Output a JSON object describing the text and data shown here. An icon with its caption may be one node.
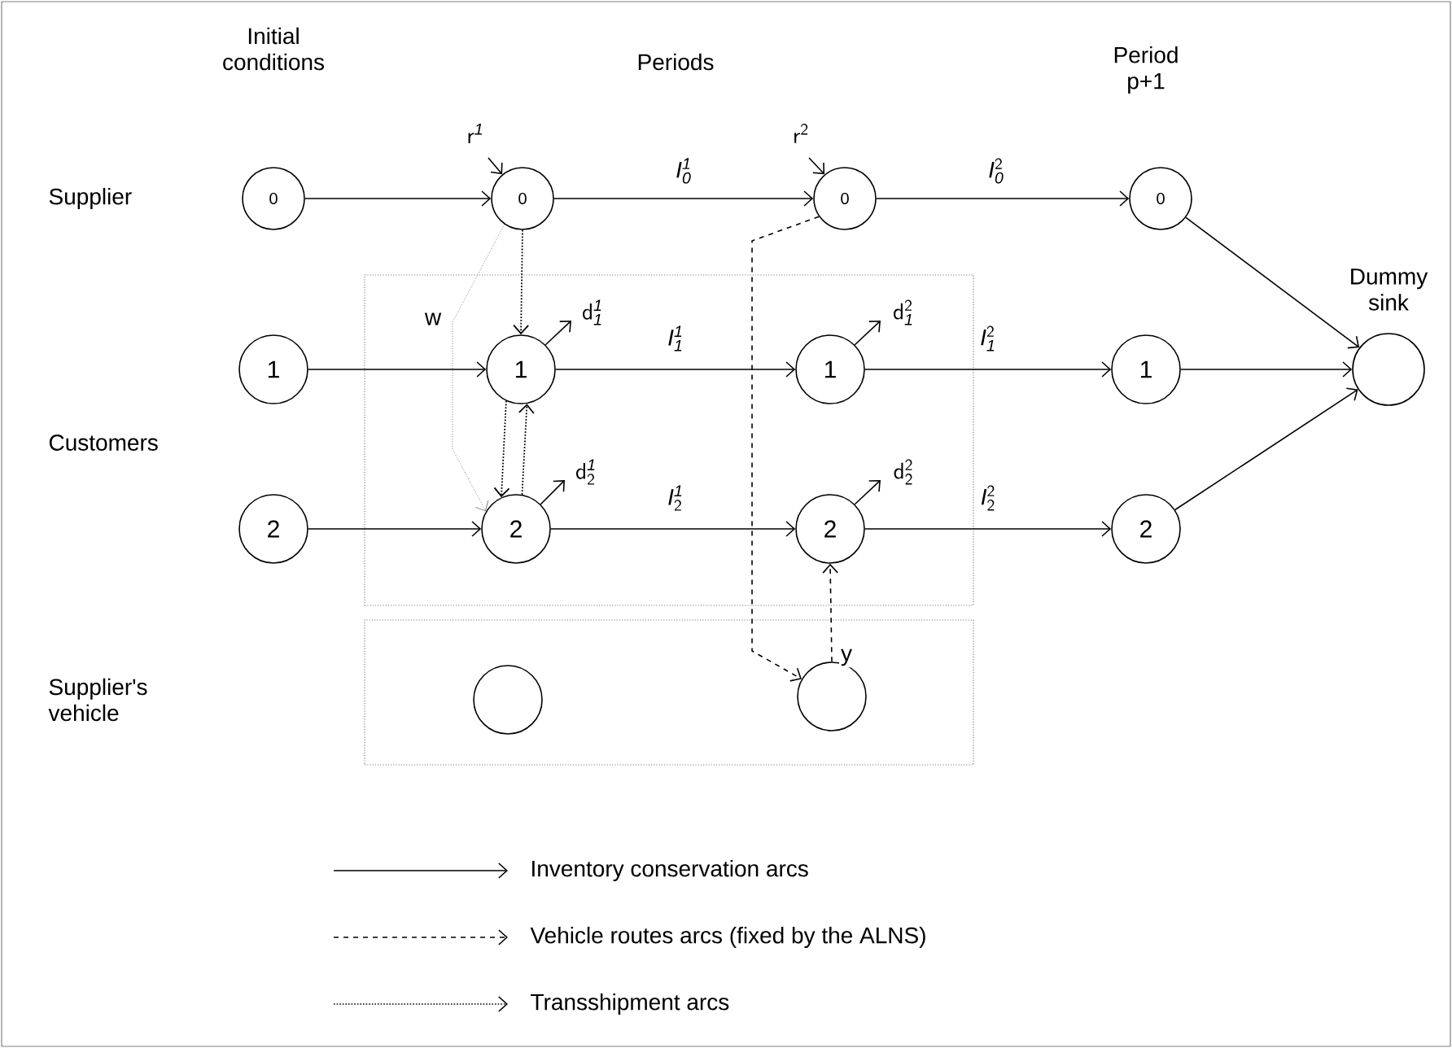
{
  "diagram": {
    "nodes": [
      {
        "text": [],
        "shape": "box"
      },
      {
        "text": [],
        "shape": "box"
      },
      {
        "text": [
          "0"
        ]
      },
      {
        "text": [
          "0"
        ]
      },
      {
        "text": [
          "0"
        ]
      },
      {
        "text": [
          "0"
        ]
      },
      {
        "text": [
          "1"
        ]
      },
      {
        "text": [
          "1"
        ],
        "in": 0
      },
      {
        "text": [
          "1"
        ],
        "in": 0
      },
      {
        "text": [
          "1"
        ]
      },
      {
        "text": [],
        "shape": "circle",
        "beside": [
          "Dummy sink"
        ]
      },
      {
        "text": [
          "2"
        ]
      },
      {
        "text": [
          "2"
        ],
        "in": 0
      },
      {
        "text": [
          "2"
        ],
        "in": 0
      },
      {
        "text": [
          "2"
        ]
      },
      {
        "text": [],
        "shape": "circle",
        "in": 1
      },
      {
        "text": [],
        "shape": "circle",
        "in": 1
      }
    ],
    "edges": [
      {
        "from": 2,
        "to": 3,
        "arrow": "to"
      },
      {
        "from": null,
        "to": 3,
        "arrow": "to",
        "label": "\\mathsf{r}^{\\mathit{1}}"
      },
      {
        "from": 3,
        "to": 4,
        "arrow": "to",
        "label": "\\mathit{I}_{\\mathit{0}}^{\\mathit{1}}"
      },
      {
        "from": null,
        "to": 4,
        "arrow": "to",
        "label": "\\mathsf{r}^{\\mathsf{2}}"
      },
      {
        "from": 4,
        "to": 5,
        "arrow": "to",
        "label": "\\mathit{I}_{\\mathit{0}}^{\\mathsf{2}}"
      },
      {
        "from": 5,
        "to": 10,
        "arrow": "to"
      },
      {
        "from": 3,
        "to": 7,
        "arrow": "to",
        "style": "dashed"
      },
      {
        "from": 3,
        "to": 12,
        "arrow": "to",
        "style": "dashed",
        "color": "#808080",
        "label": "w"
      },
      {
        "from": 6,
        "to": 7,
        "arrow": "to"
      },
      {
        "from": 7,
        "to": null,
        "arrow": "to",
        "label": "\\mathsf{d}_{\\mathit{1}}^{\\mathit{1}}"
      },
      {
        "from": 7,
        "to": 8,
        "arrow": "to",
        "label": "\\mathit{I}_{\\mathit{1}}^{\\mathit{1}}"
      },
      {
        "from": 8,
        "to": null,
        "arrow": "to",
        "label": "\\mathsf{d}_{\\mathit{1}}^{\\mathsf{2}}"
      },
      {
        "from": 8,
        "to": 9,
        "arrow": "to",
        "label": "\\mathit{I}_{\\mathit{1}}^{\\mathsf{2}}"
      },
      {
        "from": 9,
        "to": 10,
        "arrow": "to"
      },
      {
        "from": 12,
        "to": 7,
        "arrow": "to",
        "style": "dashed"
      },
      {
        "from": 7,
        "to": 12,
        "arrow": "to",
        "style": "dashed"
      },
      {
        "from": 11,
        "to": 12,
        "arrow": "to"
      },
      {
        "from": 12,
        "to": null,
        "arrow": "to",
        "label": "\\mathsf{d}_{\\mathsf{2}}^{\\mathit{1}}"
      },
      {
        "from": 12,
        "to": 13,
        "arrow": "to",
        "label": "\\mathit{I}_{\\mathsf{2}}^{\\mathit{1}}"
      },
      {
        "from": 13,
        "to": null,
        "arrow": "to",
        "label": "\\mathsf{d}_{\\mathsf{2}}^{\\mathsf{2}}"
      },
      {
        "from": 13,
        "to": 14,
        "arrow": "to",
        "label": "\\mathit{I}_{\\mathsf{2}}^{\\mathsf{2}}"
      },
      {
        "from": 14,
        "to": 10,
        "arrow": "to"
      },
      {
        "from": 4,
        "to": 16,
        "arrow": "to",
        "style": "dashed"
      },
      {
        "from": 16,
        "to": 13,
        "arrow": "to",
        "style": "dashed",
        "label": "y"
      }
    ],
    "labels": [
      "Initial conditions",
      "Periods",
      "Period p+1",
      "Supplier",
      "Customers",
      "Supplier's vehicle"
    ],
    "legend": [
      {
        "text": "Inventory conservation arcs"
      },
      {
        "text": "Vehicle routes arcs (fixed by the ALNS)"
      },
      {
        "text": "Transshipment arcs"
      }
    ]
  }
}
